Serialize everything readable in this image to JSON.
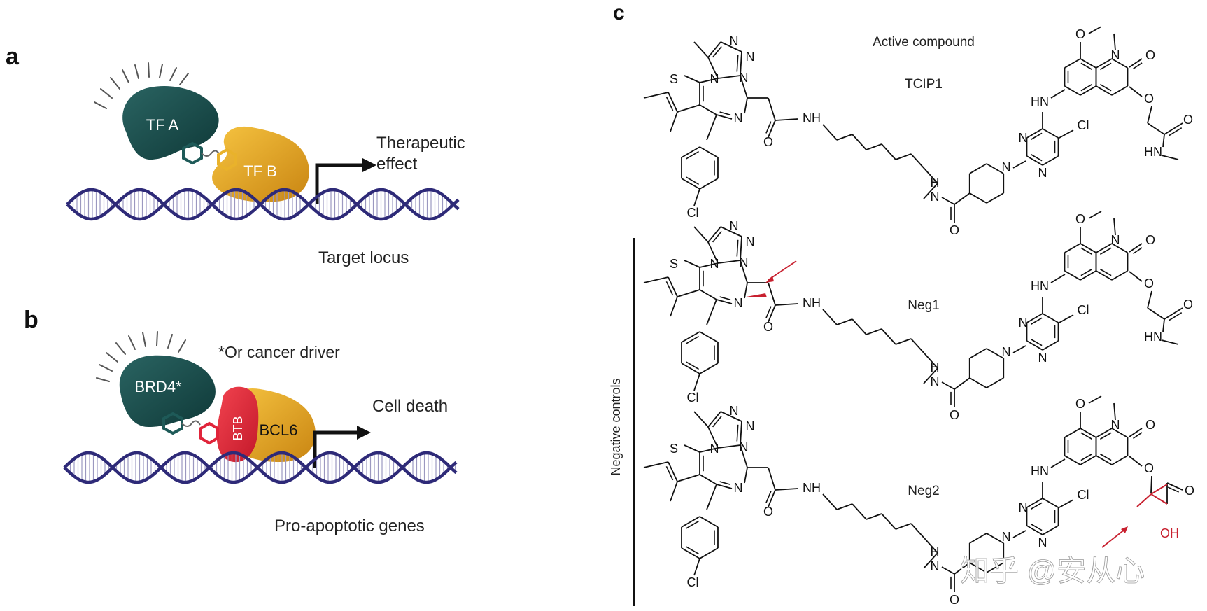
{
  "panel_a": {
    "letter": "a",
    "tf_a": "TF A",
    "tf_b": "TF B",
    "outcome": "Therapeutic\neffect",
    "outcome_line1": "Therapeutic",
    "outcome_line2": "effect",
    "locus": "Target locus"
  },
  "panel_b": {
    "letter": "b",
    "brd4": "BRD4*",
    "btb": "BTB",
    "bcl6": "BCL6",
    "footnote": "*Or cancer driver",
    "outcome": "Cell death",
    "genes": "Pro-apoptotic genes"
  },
  "panel_c": {
    "letter": "c",
    "active_header": "Active compound",
    "active_name": "TCIP1",
    "neg1": "Neg1",
    "neg2": "Neg2",
    "negative_label": "Negative controls",
    "atoms": {
      "S": "S",
      "N": "N",
      "Cl": "Cl",
      "O": "O",
      "NH": "NH",
      "HN": "HN",
      "H": "H",
      "OH": "OH"
    },
    "highlight_color": "#c8202f"
  },
  "watermark": "知乎 @安从心",
  "colors": {
    "teal": "#174b4a",
    "gold": "#d99a1e",
    "red": "#e0243a",
    "dna": "#2e2a78"
  }
}
